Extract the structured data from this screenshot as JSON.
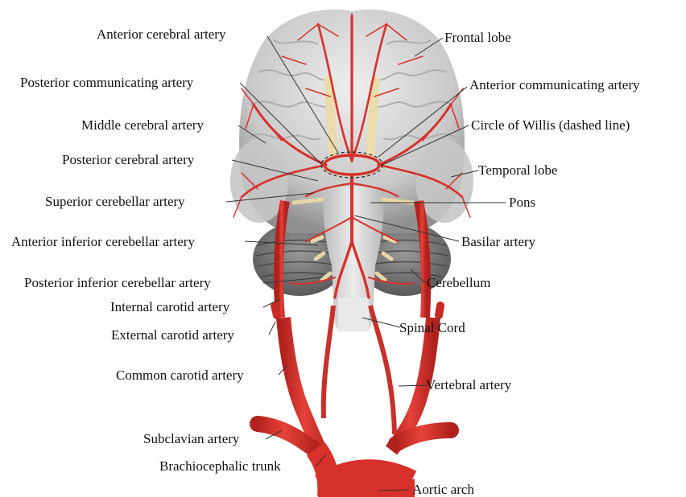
{
  "labels_left": [
    {
      "id": "anterior-cerebral-artery",
      "text": "Anterior cerebral artery"
    },
    {
      "id": "posterior-communicating-artery",
      "text": "Posterior communicating artery"
    },
    {
      "id": "middle-cerebral-artery",
      "text": "Middle cerebral artery"
    },
    {
      "id": "posterior-cerebral-artery",
      "text": "Posterior cerebral artery"
    },
    {
      "id": "superior-cerebellar-artery",
      "text": "Superior cerebellar artery"
    },
    {
      "id": "anterior-inferior-cerebellar-artery",
      "text": "Anterior inferior cerebellar artery"
    },
    {
      "id": "posterior-inferior-cerebellar-artery",
      "text": "Posterior inferior cerebellar artery"
    },
    {
      "id": "internal-carotid-artery",
      "text": "Internal carotid artery"
    },
    {
      "id": "external-carotid-artery",
      "text": "External carotid artery"
    },
    {
      "id": "common-carotid-artery",
      "text": "Common carotid artery"
    },
    {
      "id": "subclavian-artery",
      "text": "Subclavian artery"
    },
    {
      "id": "brachiocephalic-trunk",
      "text": "Brachiocephalic trunk"
    }
  ],
  "labels_right": [
    {
      "id": "frontal-lobe",
      "text": "Frontal lobe"
    },
    {
      "id": "anterior-communicating-artery",
      "text": "Anterior communicating artery"
    },
    {
      "id": "circle-of-willis",
      "text": "Circle of Willis (dashed line)"
    },
    {
      "id": "temporal-lobe",
      "text": "Temporal lobe"
    },
    {
      "id": "pons",
      "text": "Pons"
    },
    {
      "id": "basilar-artery",
      "text": "Basilar artery"
    },
    {
      "id": "cerebellum",
      "text": "Cerebellum"
    },
    {
      "id": "spinal-cord",
      "text": "Spinal Cord"
    },
    {
      "id": "vertebral-artery",
      "text": "Vertebral artery"
    },
    {
      "id": "aortic-arch",
      "text": "Aortic arch"
    }
  ],
  "colors": {
    "artery": "#d8302a",
    "artery_dark": "#a81e1a",
    "brain": "#d6d6d6",
    "brain_shadow": "#9c9c9c",
    "nerve": "#e8dcb8",
    "leader": "#333333",
    "text": "#111111"
  }
}
